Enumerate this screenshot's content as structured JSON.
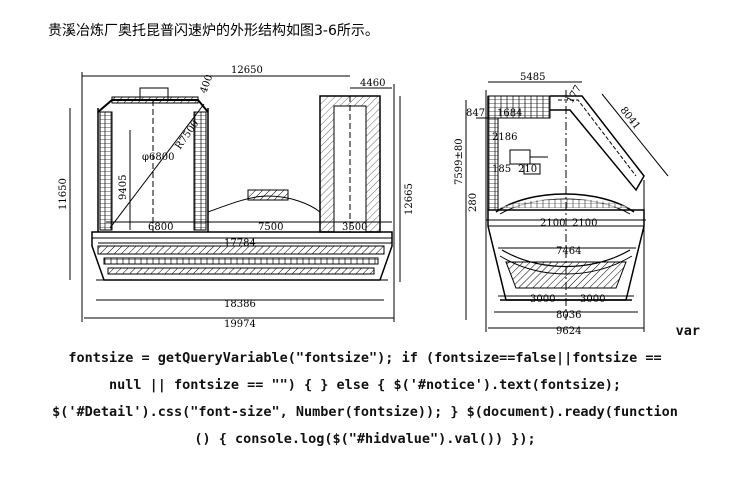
{
  "intro": "贵溪冶炼厂奥托昆普闪速炉的外形结构如图3-6所示。",
  "figure": {
    "left_dims": {
      "top_width": "12650",
      "uptake_width": "4460",
      "height_left": "11650",
      "height_right": "12665",
      "shaft_height": "9405",
      "shaft_diameter": "φ6800",
      "radius": "R7500",
      "roof_height": "400",
      "seg_1": "6800",
      "seg_2": "7500",
      "seg_3": "3500",
      "settler_inner": "17784",
      "settler_outer": "18386",
      "overall": "19974"
    },
    "right_dims": {
      "top_width": "5485",
      "slope_1": "177",
      "slope_2": "8041",
      "left_small": "847",
      "box": "1684",
      "offset": "2186",
      "height": "7599±80",
      "dim_185": "185",
      "dim_210": "210",
      "dim_280": "280",
      "half_left": "2100",
      "half_right": "2100",
      "inner_width": "7464",
      "bottom_left": "3000",
      "bottom_right": "3000",
      "width_8036": "8036",
      "width_9624": "9624"
    }
  },
  "code_lines": [
    "var",
    "fontsize = getQueryVariable(\"fontsize\"); if (fontsize==false||fontsize ==",
    "null || fontsize == \"\") { } else { $('#notice').text(fontsize);",
    "$('#Detail').css(\"font-size\", Number(fontsize)); } $(document).ready(function",
    "() { console.log($(\"#hidvalue\").val()) });"
  ]
}
